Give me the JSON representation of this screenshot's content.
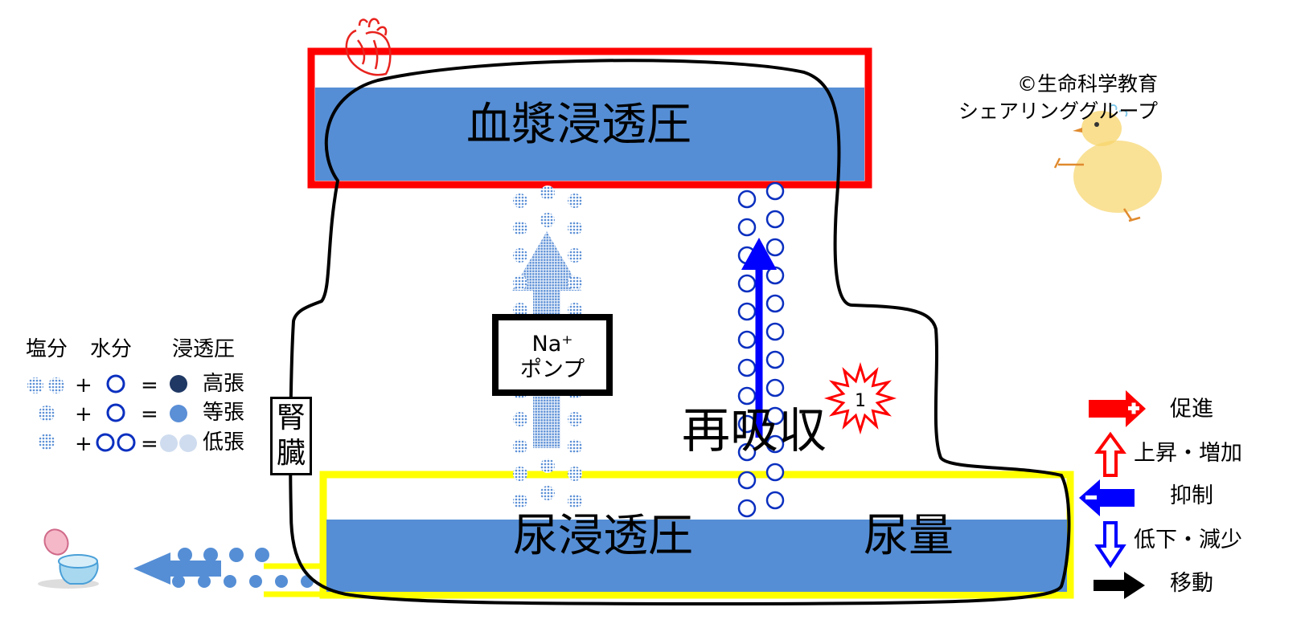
{
  "copyright": [
    "©生命科学教育",
    "シェアリンググループ"
  ],
  "labels": {
    "plasma_osmolality": "血漿浸透圧",
    "reabsorption": "再吸収",
    "urine_osmolality": "尿浸透圧",
    "urine_volume": "尿量",
    "na_pump_line1": "Na⁺",
    "na_pump_line2": "ポンプ",
    "kidney": "腎臓",
    "star_number": "1"
  },
  "legend": {
    "headers": {
      "salt": "塩分",
      "water": "水分",
      "osmolality": "浸透圧"
    },
    "rows": [
      {
        "op": "+",
        "eq": "=",
        "label": "高張"
      },
      {
        "op": "+",
        "eq": "=",
        "label": "等張"
      },
      {
        "op": "+",
        "eq": "=",
        "label": "低張"
      }
    ]
  },
  "key": [
    {
      "icon": "red-arrow-plus-icon",
      "label": "促進"
    },
    {
      "icon": "red-hollow-up-arrow-icon",
      "label": "上昇・増加"
    },
    {
      "icon": "blue-arrow-minus-icon",
      "label": "抑制"
    },
    {
      "icon": "blue-hollow-down-arrow-icon",
      "label": "低下・減少"
    },
    {
      "icon": "black-arrow-icon",
      "label": "移動"
    }
  ],
  "colors": {
    "red": "#ff0000",
    "yellow": "#ffff00",
    "band_blue": "#558ed5",
    "salt_blue": "#6c9bd6",
    "water_ring": "#0a2fbf",
    "arrow_blue": "#0000ff",
    "hypertonic": "#1f3864",
    "isotonic": "#5b8fd6",
    "hypotonic": "#cfdcef"
  }
}
